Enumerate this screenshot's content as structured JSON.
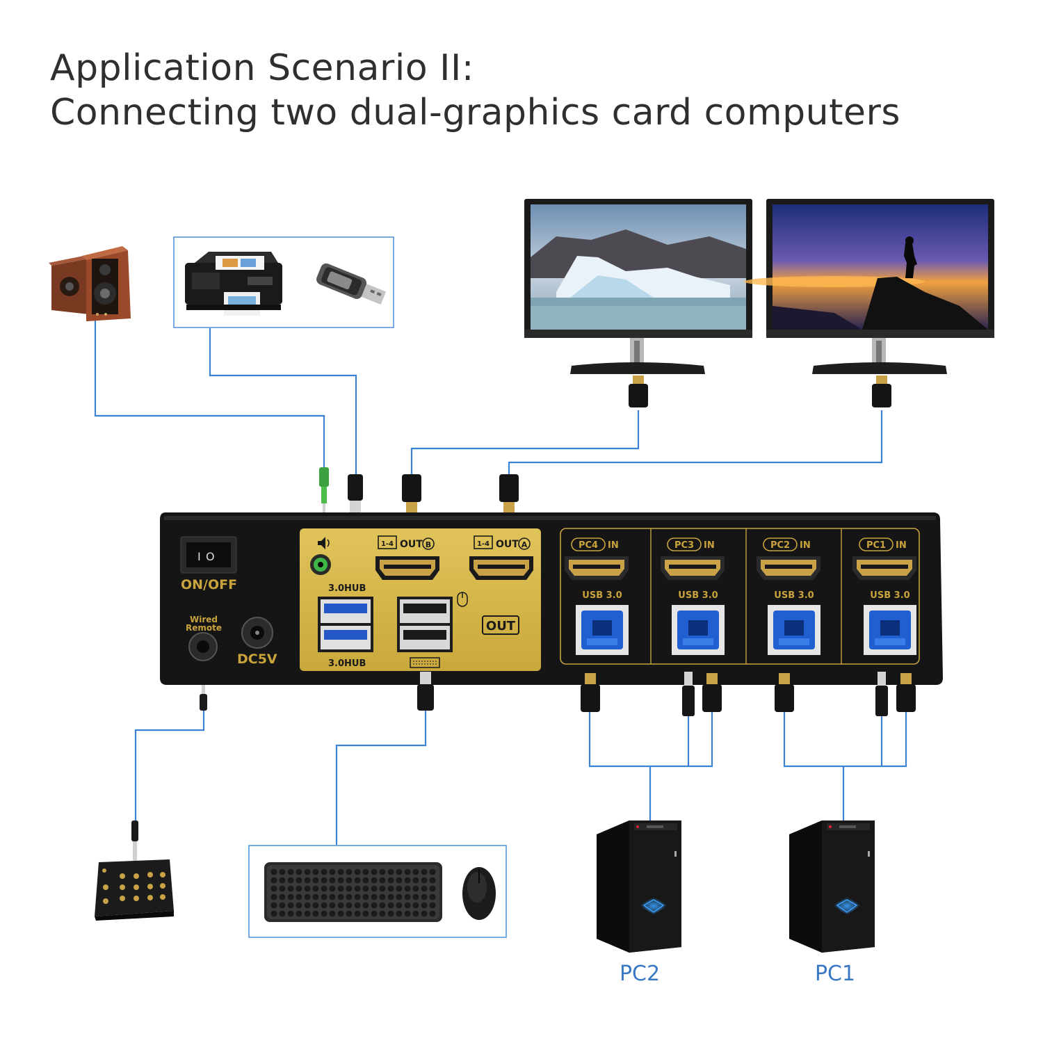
{
  "heading": {
    "line1": "Application Scenario II:",
    "line2": "Connecting two dual-graphics card computers"
  },
  "kvm": {
    "power_label": "ON/OFF",
    "remote_label_1": "Wired",
    "remote_label_2": "Remote",
    "dc_label": "DC5V",
    "hub_label_top": "3.0HUB",
    "hub_label_bottom": "3.0HUB",
    "out_b_label": "OUT",
    "out_b_letter": "B",
    "out_a_label": "OUT",
    "out_a_letter": "A",
    "out_b_icon": "1-4",
    "out_a_icon": "1-4",
    "out_label": "OUT",
    "pc_inputs": [
      {
        "pc": "PC4",
        "in": "IN",
        "usb": "USB 3.0"
      },
      {
        "pc": "PC3",
        "in": "IN",
        "usb": "USB 3.0"
      },
      {
        "pc": "PC2",
        "in": "IN",
        "usb": "USB 3.0"
      },
      {
        "pc": "PC1",
        "in": "IN",
        "usb": "USB 3.0"
      }
    ]
  },
  "computers": [
    {
      "label": "PC2"
    },
    {
      "label": "PC1"
    }
  ],
  "colors": {
    "cable": "#3b82d6",
    "gold_panel": "#d6b84a",
    "body": "#111111",
    "pc_label": "#3b78c4"
  }
}
